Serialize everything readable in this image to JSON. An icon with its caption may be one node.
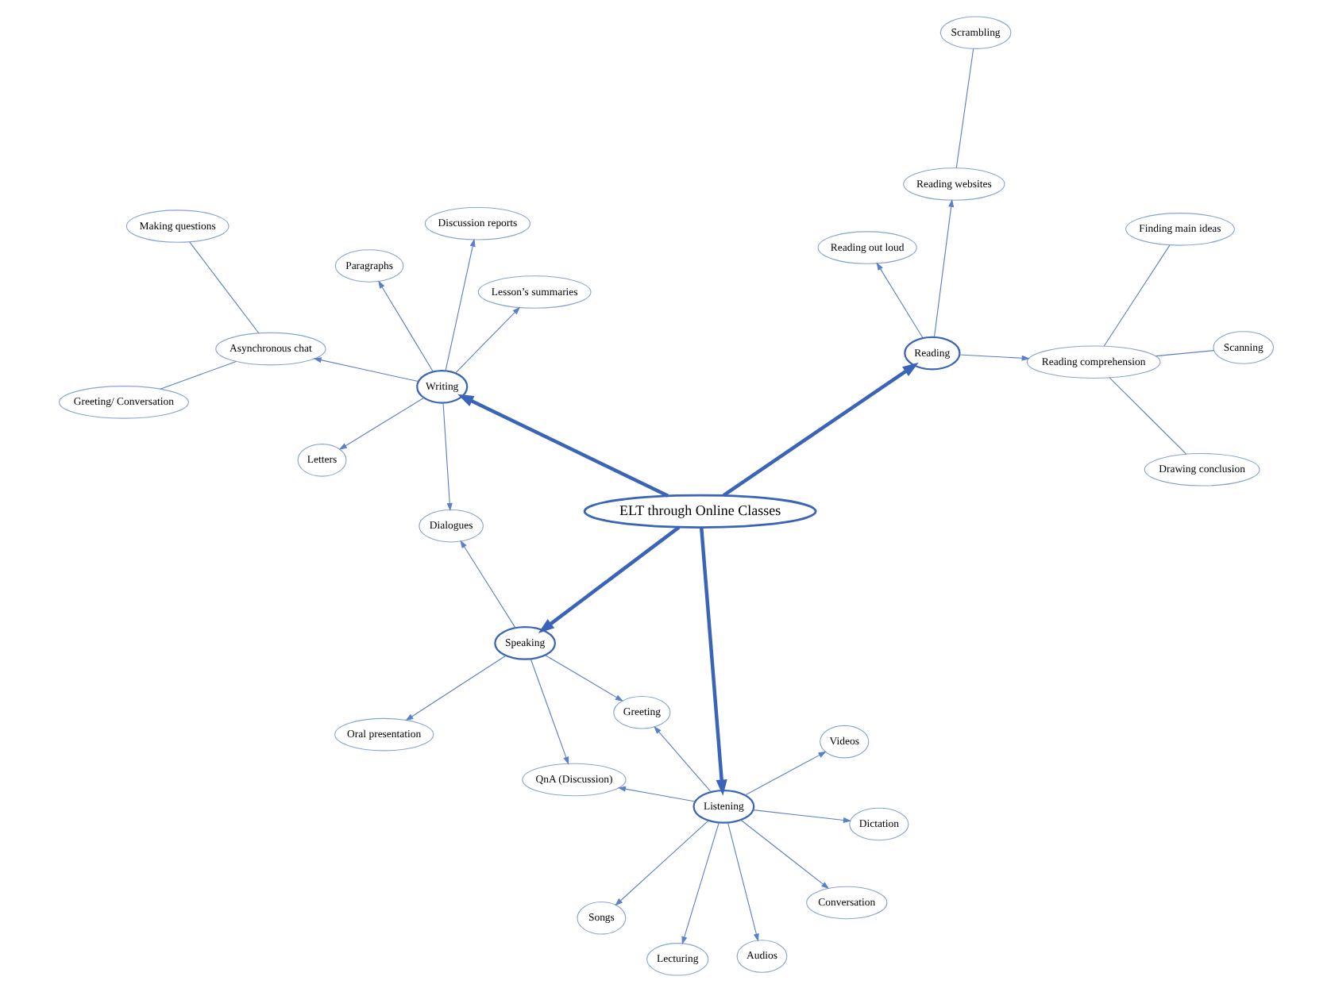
{
  "diagram": {
    "nodes": [
      {
        "text": [
          "Lecturing"
        ]
      },
      {
        "text": [
          "Greeting"
        ]
      },
      {
        "text": [
          "Conversation"
        ]
      },
      {
        "text": [
          "Oral presentation"
        ]
      },
      {
        "text": [
          "Videos"
        ]
      },
      {
        "text": [
          "QnA (Discussion)"
        ]
      },
      {
        "text": [
          "Audios"
        ]
      },
      {
        "text": [
          "Listening"
        ]
      },
      {
        "text": [
          "Speaking"
        ]
      },
      {
        "text": [
          "Dictation"
        ]
      },
      {
        "text": [
          "ELT through Online Classes"
        ]
      },
      {
        "text": [
          "Songs"
        ]
      },
      {
        "text": [
          "Dialogues"
        ]
      },
      {
        "text": [
          "Scanning"
        ]
      },
      {
        "text": [
          "Reading"
        ]
      },
      {
        "text": [
          "Reading websites"
        ]
      },
      {
        "text": [
          "Writing"
        ]
      },
      {
        "text": [
          "Reading comprehension"
        ]
      },
      {
        "text": [
          "Letters"
        ]
      },
      {
        "text": [
          "Paragraphs"
        ]
      },
      {
        "text": [
          "Reading out loud"
        ]
      },
      {
        "text": [
          "Asynchronous chat"
        ]
      },
      {
        "text": [
          "Lesson’s summaries"
        ]
      },
      {
        "text": [
          "Finding main ideas"
        ]
      },
      {
        "text": [
          "Scrambling"
        ]
      },
      {
        "text": [
          "Drawing conclusion"
        ]
      },
      {
        "text": [
          "Making questions"
        ]
      },
      {
        "text": [
          "Discussion reports"
        ]
      },
      {
        "text": [
          "Greeting/ Conversation"
        ]
      }
    ],
    "edges": [
      {
        "from": 10,
        "to": 7,
        "arrow": "to",
        "style": "thick"
      },
      {
        "from": 10,
        "to": 8,
        "arrow": "to",
        "style": "thick"
      },
      {
        "from": 10,
        "to": 14,
        "arrow": "to",
        "style": "thick"
      },
      {
        "from": 10,
        "to": 16,
        "arrow": "to",
        "style": "thick"
      },
      {
        "from": 7,
        "to": 0,
        "arrow": "to"
      },
      {
        "from": 7,
        "to": 4,
        "arrow": "to"
      },
      {
        "from": 7,
        "to": 2,
        "arrow": "to"
      },
      {
        "from": 7,
        "to": 6,
        "arrow": "to"
      },
      {
        "from": 7,
        "to": 9,
        "arrow": "to"
      },
      {
        "from": 7,
        "to": 11,
        "arrow": "to"
      },
      {
        "from": 7,
        "to": 1,
        "arrow": "to"
      },
      {
        "from": 7,
        "to": 5,
        "arrow": "to"
      },
      {
        "from": 8,
        "to": 1,
        "arrow": "to"
      },
      {
        "from": 8,
        "to": 5,
        "arrow": "to"
      },
      {
        "from": 8,
        "to": 3,
        "arrow": "to"
      },
      {
        "from": 8,
        "to": 12,
        "arrow": "to"
      },
      {
        "from": 14,
        "to": 17,
        "arrow": "to"
      },
      {
        "from": 14,
        "to": 20,
        "arrow": "to"
      },
      {
        "from": 14,
        "to": 15,
        "arrow": "to"
      },
      {
        "from": 17,
        "to": 13,
        "arrow": "none"
      },
      {
        "from": 17,
        "to": 23,
        "arrow": "none"
      },
      {
        "from": 17,
        "to": 25,
        "arrow": "none"
      },
      {
        "from": 15,
        "to": 24,
        "arrow": "none"
      },
      {
        "from": 16,
        "to": 12,
        "arrow": "to"
      },
      {
        "from": 16,
        "to": 18,
        "arrow": "to"
      },
      {
        "from": 16,
        "to": 19,
        "arrow": "to"
      },
      {
        "from": 16,
        "to": 21,
        "arrow": "to"
      },
      {
        "from": 16,
        "to": 22,
        "arrow": "to"
      },
      {
        "from": 16,
        "to": 27,
        "arrow": "to"
      },
      {
        "from": 21,
        "to": 26,
        "arrow": "none"
      },
      {
        "from": 21,
        "to": 28,
        "arrow": "none"
      }
    ]
  }
}
